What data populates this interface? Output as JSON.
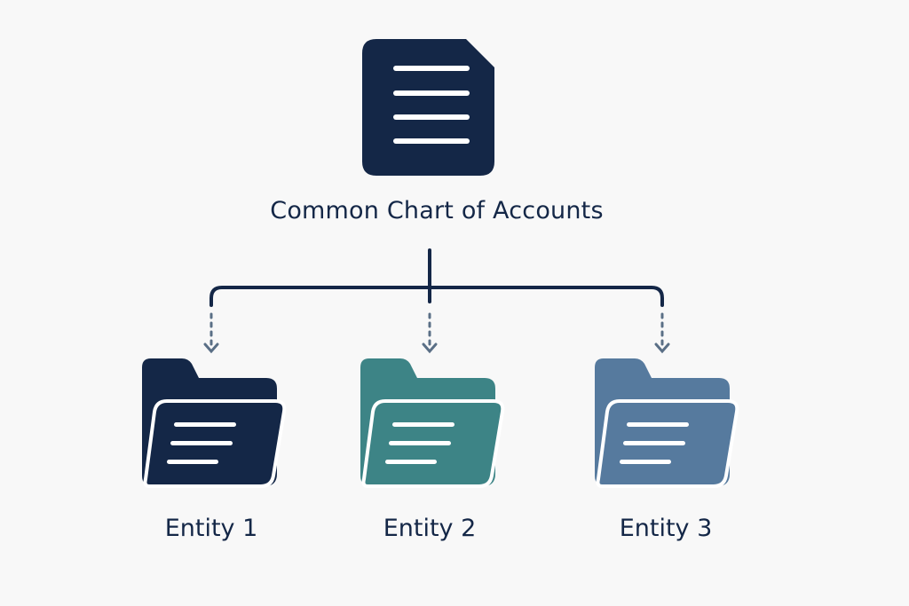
{
  "title": "Common Chart of Accounts",
  "colors": {
    "document": "#142747",
    "connector": "#142747",
    "arrow": "#5a6f86"
  },
  "entities": [
    {
      "label": "Entity 1",
      "color": "#142747",
      "icon": "folder-icon"
    },
    {
      "label": "Entity 2",
      "color": "#3d8486",
      "icon": "folder-icon"
    },
    {
      "label": "Entity 3",
      "color": "#567a9e",
      "icon": "folder-icon"
    }
  ]
}
